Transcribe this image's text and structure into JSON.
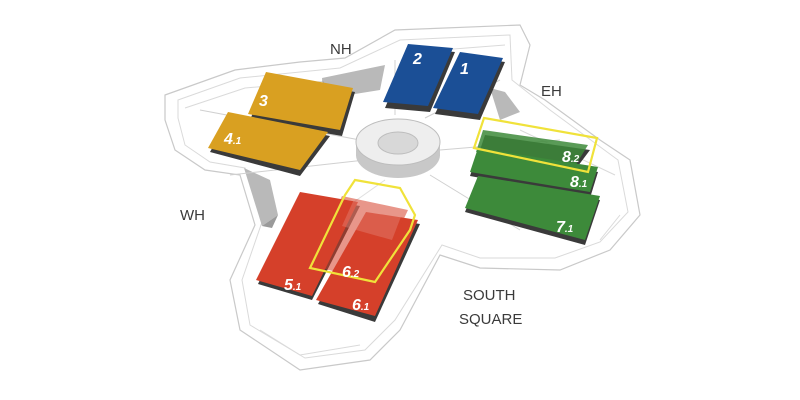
{
  "areas": {
    "north": "NH",
    "east": "EH",
    "west": "WH",
    "south_line1": "SOUTH",
    "south_line2": "SQUARE"
  },
  "halls": {
    "h1": {
      "num": "1",
      "sub": "",
      "color": "#1b4f96"
    },
    "h2": {
      "num": "2",
      "sub": "",
      "color": "#1b4f96"
    },
    "h3": {
      "num": "3",
      "sub": "",
      "color": "#d9a021"
    },
    "h41": {
      "num": "4",
      "sub": ".1",
      "color": "#d9a021"
    },
    "h51": {
      "num": "5",
      "sub": ".1",
      "color": "#d5402a"
    },
    "h61": {
      "num": "6",
      "sub": ".1",
      "color": "#d5402a"
    },
    "h62": {
      "num": "6",
      "sub": ".2",
      "color": "#d5402a"
    },
    "h71": {
      "num": "7",
      "sub": ".1",
      "color": "#3d8a3a"
    },
    "h81": {
      "num": "8",
      "sub": ".1",
      "color": "#3d8a3a"
    },
    "h82": {
      "num": "8",
      "sub": ".2",
      "color": "#3d8a3a"
    }
  },
  "highlight_color": "#f0e23a"
}
